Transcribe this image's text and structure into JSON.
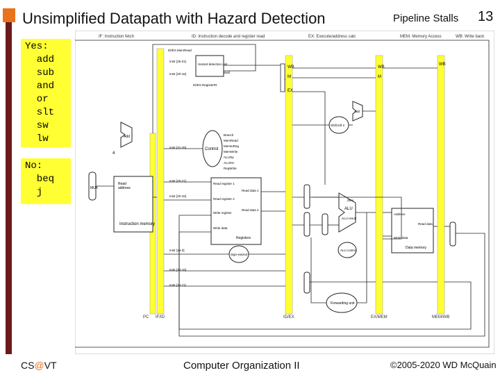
{
  "slide": {
    "title": "Unsimplified Datapath with Hazard Detection",
    "section": "Pipeline Stalls",
    "number": "13",
    "accent_color": "#e8731a",
    "bar_color": "#6b1a1a"
  },
  "notes": {
    "yes_text": "Yes:\n  add\n  sub\n  and\n  or\n  slt\n  sw\n  lw",
    "no_text": "No:\n  beq\n  j",
    "highlight_color": "#ffff33"
  },
  "diagram": {
    "stage_labels": {
      "if": "IF: Instruction fetch",
      "id": "ID: Instruction decode and register read",
      "ex": "EX: Execute/address calc",
      "mem": "MEM: Memory Access",
      "wb": "WB: Write back"
    },
    "pipeline_registers": {
      "ifid": "IF/ID",
      "idex": "ID/EX",
      "exmem": "EX/MEM",
      "memwb": "MEM/WB"
    },
    "control_fields": {
      "wb": "WB",
      "m": "M",
      "ex": "EX"
    },
    "units": {
      "hazard_unit": "Hazard detection unit",
      "control": "Control",
      "registers": "Registers",
      "instruction_memory": "Instruction memory",
      "data_memory": "Data memory",
      "alu": "ALU",
      "alu_control": "ALU control",
      "forwarding_unit": "Forwarding unit",
      "shift_left": "Shift left 2",
      "sign_extend": "Sign-extend",
      "add": "Add",
      "mux": "MUX",
      "pc": "PC"
    },
    "control_signals": [
      "Branch",
      "MemRead",
      "MemtoReg",
      "MemWrite",
      "ALUOp",
      "ALUSrc",
      "RegWrite"
    ],
    "register_ports": {
      "read_reg1": "Read register 1",
      "read_reg2": "Read register 2",
      "write_reg": "Write register",
      "write_data": "Write data",
      "read_data1": "Read data 1",
      "read_data2": "Read data 2"
    },
    "memory_ports": {
      "address": "Address",
      "read_data": "Read data",
      "write_data": "Write data"
    },
    "instr_fields": [
      "Instr [25-21]",
      "Instr [20-16]",
      "Instr [15-0]",
      "Instr [15-11]",
      "Instr [31-26]"
    ],
    "misc": {
      "zero": "Zero",
      "alu_result": "ALU result",
      "four": "4",
      "id_ex_memread": "ID/EX.MemRead",
      "id_ex_rt": "ID/EX.RegisterRt",
      "stall": "Stall"
    },
    "yellow": "#ffff33",
    "line_color": "#222222"
  },
  "footer": {
    "left_prefix": "CS",
    "left_at": "@",
    "left_suffix": "VT",
    "center": "Computer Organization II",
    "right": "©2005-2020 WD McQuain"
  }
}
